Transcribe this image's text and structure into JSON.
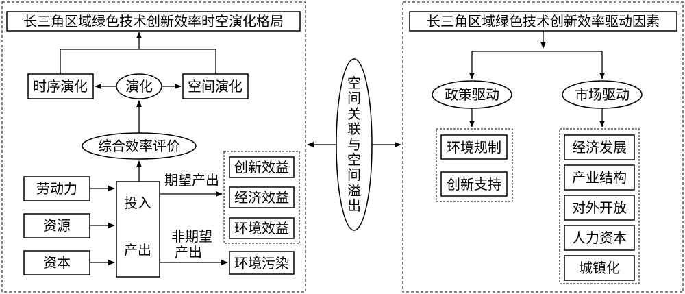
{
  "left_panel": {
    "title": "长三角区域绿色技术创新效率时空演化格局",
    "temporal": "时序演化",
    "evolution": "演化",
    "spatial": "空间演化",
    "evaluation": "综合效率评价",
    "inputs": [
      "劳动力",
      "资源",
      "资本"
    ],
    "input_label": "投入",
    "output_label": "产出",
    "desired_output_label": "期望产出",
    "undesired_output_label_line1": "非期望",
    "undesired_output_label_line2": "产出",
    "desired_outputs": [
      "创新效益",
      "经济效益",
      "环境效益"
    ],
    "undesired_output": "环境污染"
  },
  "center": {
    "label": "空间关联与空间溢出"
  },
  "right_panel": {
    "title": "长三角区域绿色技术创新效率驱动因素",
    "policy": "政策驱动",
    "market": "市场驱动",
    "policy_factors": [
      "环境规制",
      "创新支持"
    ],
    "market_factors": [
      "经济发展",
      "产业结构",
      "对外开放",
      "人力资本",
      "城镇化"
    ]
  }
}
